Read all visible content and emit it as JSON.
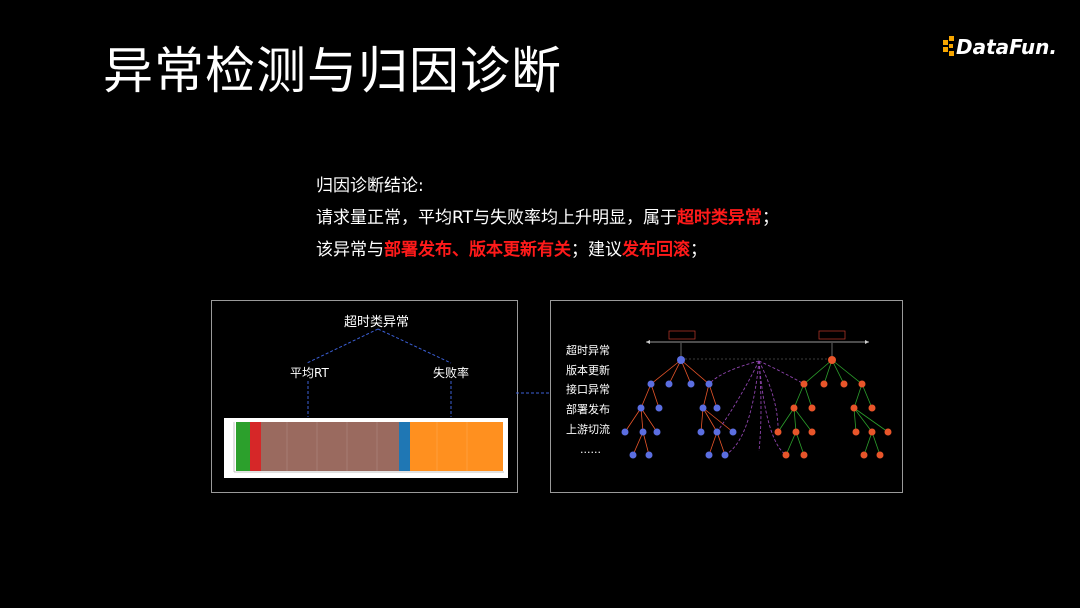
{
  "slide": {
    "title": "异常检测与归因诊断"
  },
  "logo": {
    "text": "DataFun.",
    "accent": "#f7a600"
  },
  "conclusion": {
    "heading": "归因诊断结论:",
    "line1_prefix": "请求量正常，平均RT与失败率均上升明显，属于",
    "line1_highlight": "超时类异常",
    "line1_suffix": "；",
    "line2_prefix": "该异常与",
    "line2_highlight": "部署发布、版本更新有关",
    "line2_mid": "；建议",
    "line2_highlight2": "发布回滚",
    "line2_suffix": "；",
    "highlight_color": "#ff1a1a"
  },
  "left_panel": {
    "root_label": "超时类异常",
    "child_left": "平均RT",
    "child_right": "失败率",
    "chart_segment_colors": [
      "#2ca02c",
      "#d62728",
      "#8c564b",
      "#1f77b4",
      "#ff7f0e"
    ]
  },
  "right_panel": {
    "labels": [
      "超时异常",
      "版本更新",
      "接口异常",
      "部署发布",
      "上游切流",
      "......"
    ],
    "node_colors": {
      "blue": "#5b6ee1",
      "orange": "#e8552a"
    }
  }
}
